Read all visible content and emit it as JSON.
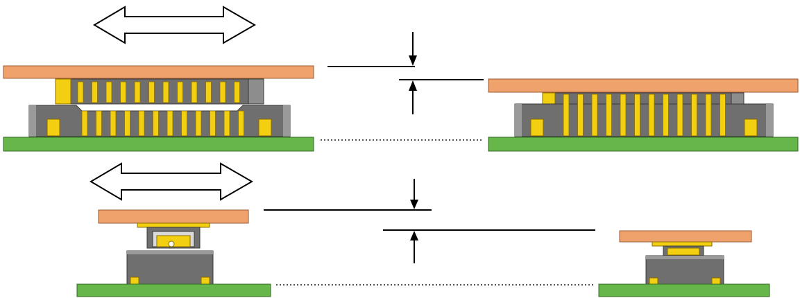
{
  "colors": {
    "board_top": "#f0a26c",
    "board_top_edge": "#9a5a32",
    "board_bottom": "#67b64a",
    "board_bottom_edge": "#2f6b23",
    "housing": "#6f6f6f",
    "housing_light": "#9a9a9a",
    "housing_dark": "#4a4a4a",
    "contact": "#f2cf10",
    "contact_edge": "#8a6b00",
    "arrow_fill": "#ffffff",
    "arrow_stroke": "#000000",
    "line": "#000000",
    "dotted": "#555555"
  },
  "scenes": [
    {
      "id": "top-unmated",
      "connector": "wide",
      "mated": false
    },
    {
      "id": "top-mated",
      "connector": "wide",
      "mated": true
    },
    {
      "id": "bottom-unmated",
      "connector": "narrow",
      "mated": false
    },
    {
      "id": "bottom-mated",
      "connector": "narrow",
      "mated": true
    }
  ],
  "icons": {
    "horizontal_arrow": "double-headed-horizontal-arrow-icon",
    "dimension_arrow": "dimension-arrow-icon"
  }
}
